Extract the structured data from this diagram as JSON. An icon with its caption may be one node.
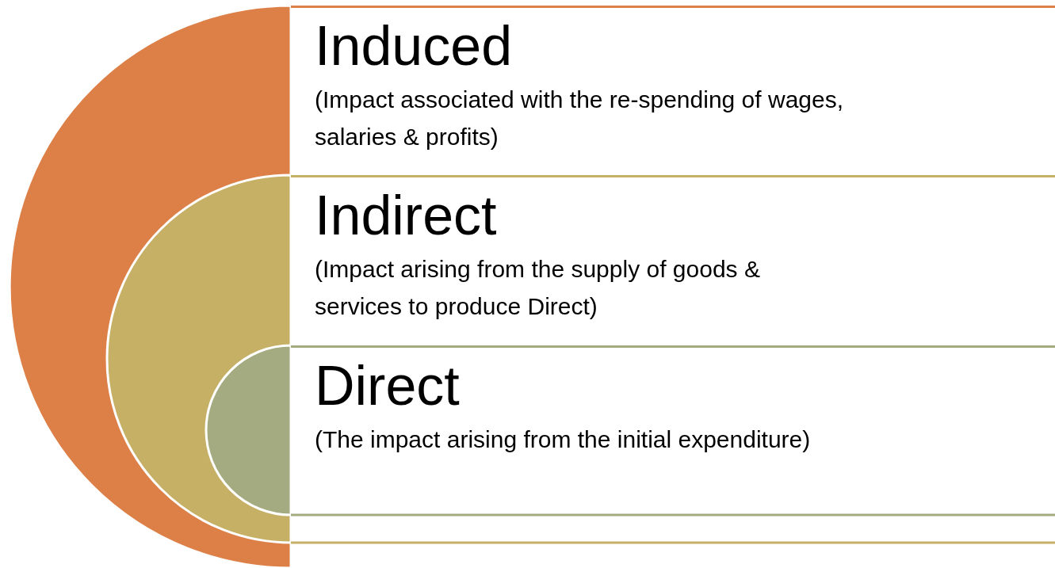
{
  "diagram": {
    "nodes": [
      {
        "text": [
          "Induced",
          "(Impact associated with the re-spending of wages, salaries & profits)"
        ]
      },
      {
        "text": [
          "Indirect",
          "(Impact arising from the supply of goods & services to produce Direct)"
        ]
      },
      {
        "text": [
          "Direct",
          "(The impact arising from the initial expenditure)"
        ]
      }
    ]
  }
}
